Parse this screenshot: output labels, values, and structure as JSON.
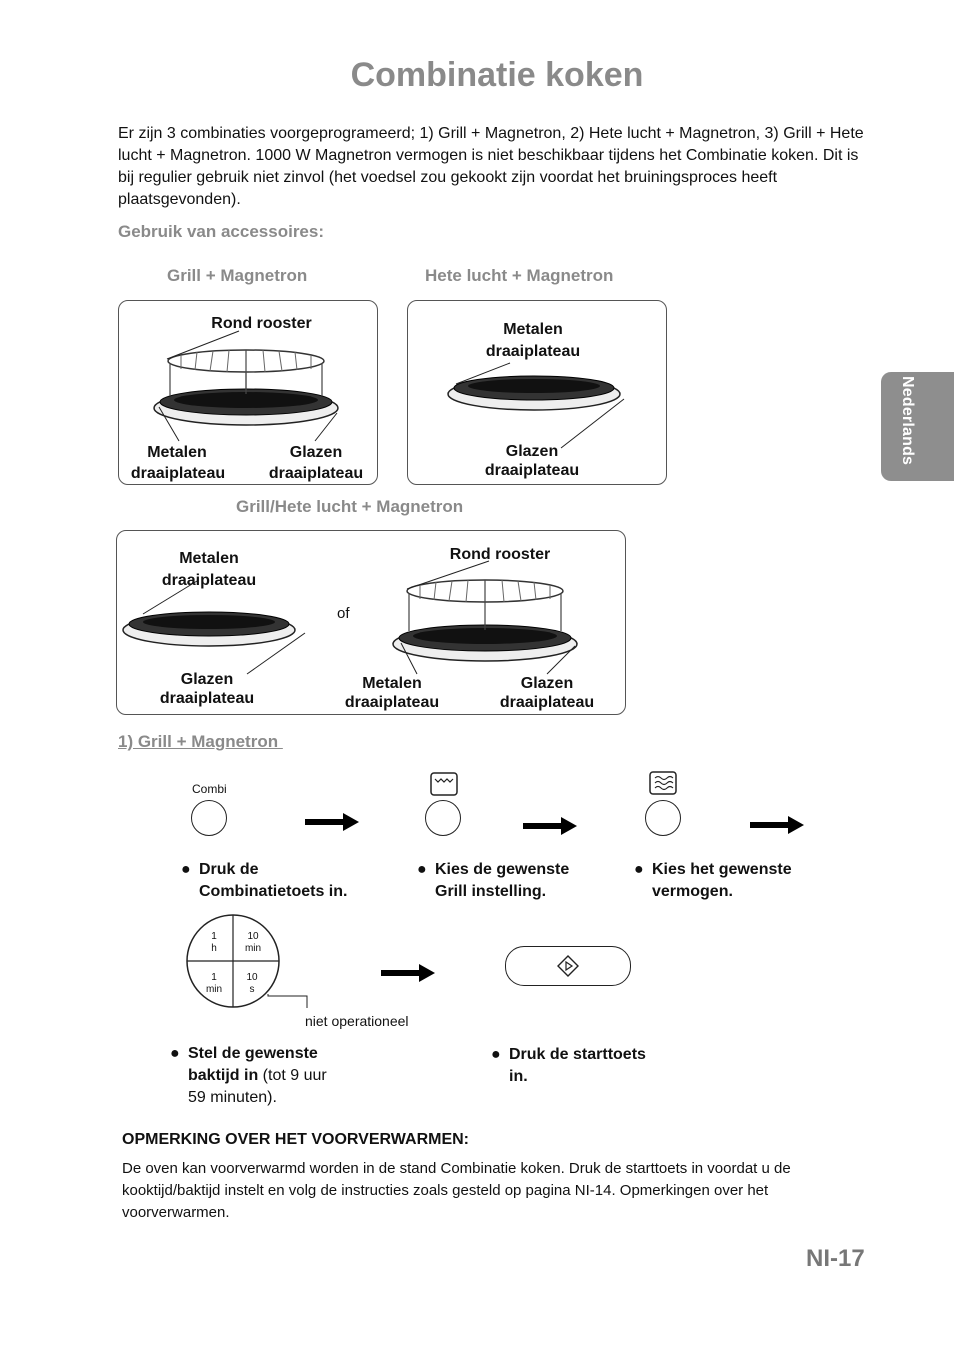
{
  "title": "Combinatie koken",
  "intro": "Er zijn 3 combinaties voorgeprogrameerd; 1) Grill + Magnetron, 2) Hete lucht + Magnetron, 3) Grill + Hete lucht + Magnetron. 1000 W Magnetron vermogen is niet beschikbaar tijdens het Combinatie koken. Dit is bij regulier gebruik niet zinvol (het voedsel zou gekookt zijn voordat het bruiningsproces heeft plaatsgevonden).",
  "accessories_heading": "Gebruik van accessoires:",
  "side_tab": "Nederlands",
  "box1": {
    "heading": "Grill + Magnetron",
    "rond_rooster": "Rond rooster",
    "metalen1": "Metalen",
    "metalen2": "draaiplateau",
    "glazen1": "Glazen",
    "glazen2": "draaiplateau"
  },
  "box2": {
    "heading": "Hete lucht + Magnetron",
    "metalen1": "Metalen",
    "metalen2": "draaiplateau",
    "glazen1": "Glazen",
    "glazen2": "draaiplateau"
  },
  "box3": {
    "heading": "Grill/Hete lucht + Magnetron",
    "metalen_a1": "Metalen",
    "metalen_a2": "draaiplateau",
    "glazen_a1": "Glazen",
    "glazen_a2": "draaiplateau",
    "of": "of",
    "rond_rooster": "Rond rooster",
    "metalen_b1": "Metalen",
    "metalen_b2": "draaiplateau",
    "glazen_b1": "Glazen",
    "glazen_b2": "draaiplateau"
  },
  "section1_heading": "1) Grill + Magnetron ",
  "combi_label": "Combi",
  "steps": {
    "s1_line1": "Druk de",
    "s1_line2": "Combinatietoets in.",
    "s2_line1": "Kies de gewenste",
    "s2_line2": "Grill instelling.",
    "s3_line1": "Kies het gewenste",
    "s3_line2": "vermogen.",
    "s4_bold1": "Stel de gewenste",
    "s4_bold2": "baktijd in",
    "s4_rest2": " (tot 9 uur",
    "s4_line3": "59 minuten).",
    "s5_line1": "Druk de starttoets",
    "s5_line2": "in."
  },
  "dial": {
    "q1a": "1",
    "q1b": "h",
    "q2a": "10",
    "q2b": "min",
    "q3a": "1",
    "q3b": "min",
    "q4a": "10",
    "q4b": "s",
    "note": "niet operationeel"
  },
  "note_heading": "OPMERKING OVER HET VOORVERWARMEN:",
  "note_text": "De oven kan voorverwarmd worden in de stand Combinatie koken. Druk de starttoets in voordat u de kooktijd/baktijd instelt en volg de instructies zoals gesteld op pagina NI-14. Opmerkingen over het voorverwarmen.",
  "page_number": "NI-17"
}
